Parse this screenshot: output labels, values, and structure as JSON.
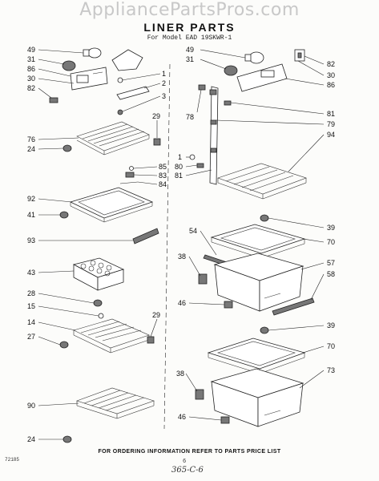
{
  "watermark": "AppliancePartsPros.com",
  "title": "LINER PARTS",
  "subtitle": "For Model EAD 19SKWR-1",
  "footer": "FOR ORDERING INFORMATION REFER TO PARTS PRICE LIST",
  "code": "72185",
  "page_number": "6",
  "handwritten_note": "365-C-6",
  "labels": {
    "l49": "49",
    "l31": "31",
    "l86": "86",
    "l30": "30",
    "l82": "82",
    "l1": "1",
    "l2": "2",
    "l3": "3",
    "l29": "29",
    "l76": "76",
    "l24": "24",
    "l85": "85",
    "l83": "83",
    "l84": "84",
    "l92": "92",
    "l41": "41",
    "l93": "93",
    "l43": "43",
    "l28": "28",
    "l15": "15",
    "l14": "14",
    "l27": "27",
    "l29b": "29",
    "l90": "90",
    "l24b": "24",
    "r49": "49",
    "r31": "31",
    "r82": "82",
    "r30": "30",
    "r86": "86",
    "r78": "78",
    "r81": "81",
    "r79": "79",
    "r94": "94",
    "r1": "1",
    "r80": "80",
    "r81b": "81",
    "r39": "39",
    "r54": "54",
    "r70": "70",
    "r38": "38",
    "r57": "57",
    "r58": "58",
    "r46": "46",
    "r39b": "39",
    "r70b": "70",
    "r38b": "38",
    "r73": "73",
    "r46b": "46"
  }
}
